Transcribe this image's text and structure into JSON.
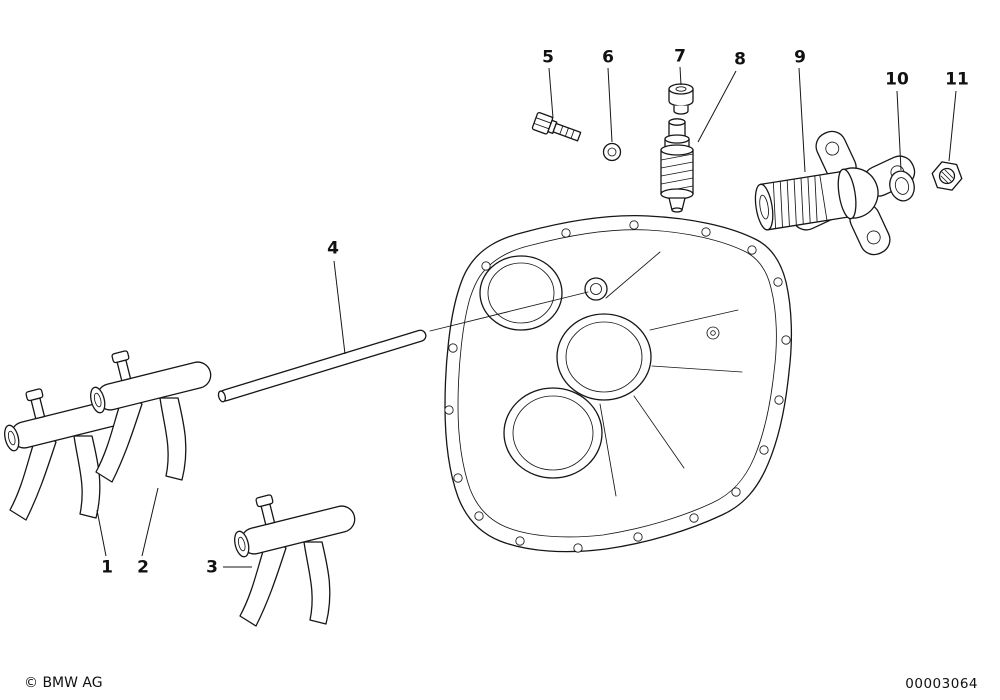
{
  "page": {
    "colors": {
      "background": "#ffffff",
      "ink": "#161616"
    },
    "footer": {
      "copyright": "© BMW AG",
      "document_number": "00003064"
    }
  },
  "diagram": {
    "callouts": [
      "1",
      "2",
      "3",
      "4",
      "5",
      "6",
      "7",
      "8",
      "9",
      "10",
      "11"
    ]
  }
}
